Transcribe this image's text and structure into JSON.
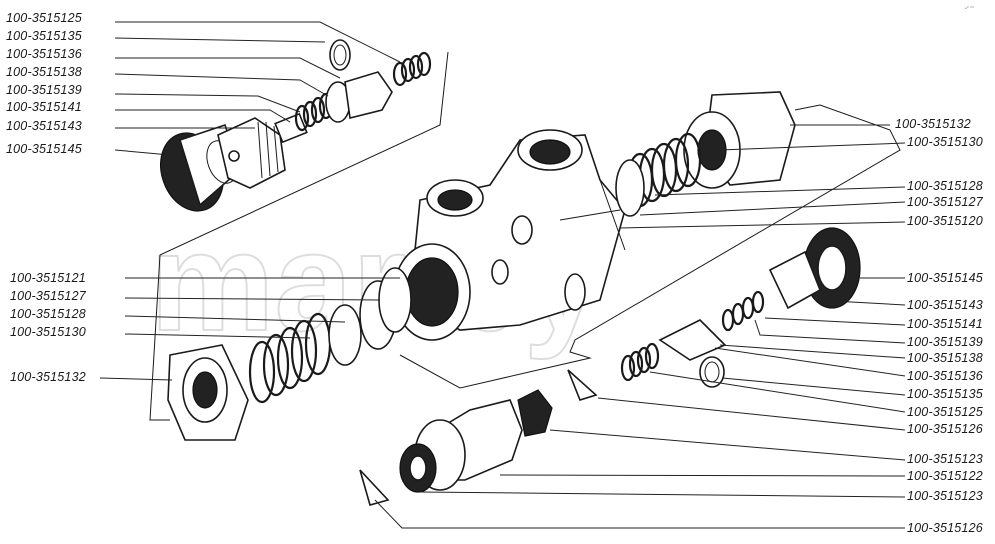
{
  "watermark": "mar.by",
  "corner_note": "•° °°",
  "labels_left_top": [
    "100-3515125",
    "100-3515135",
    "100-3515136",
    "100-3515138",
    "100-3515139",
    "100-3515141",
    "100-3515143",
    "100-3515145"
  ],
  "labels_left_bottom": [
    "100-3515121",
    "100-3515127",
    "100-3515128",
    "100-3515130",
    "100-3515132"
  ],
  "labels_right": [
    "100-3515132",
    "100-3515130",
    "100-3515128",
    "100-3515127",
    "100-3515120",
    "100-3515145",
    "100-3515143",
    "100-3515141",
    "100-3515139",
    "100-3515138",
    "100-3515136",
    "100-3515135",
    "100-3515125",
    "100-3515126",
    "100-3515123",
    "100-3515122",
    "100-3515123",
    "100-3515126"
  ]
}
